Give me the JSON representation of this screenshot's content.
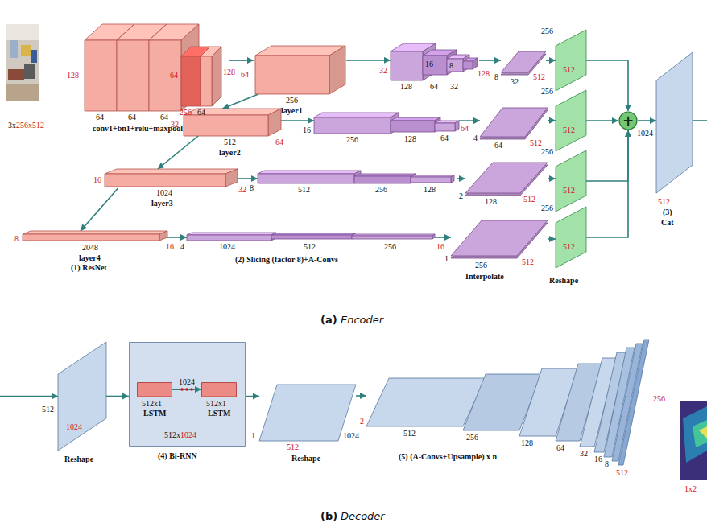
{
  "diagram": {
    "nodes": [
      {
        "text": [
          "128",
          "64",
          "64",
          "64",
          "64",
          "256",
          "128",
          "64",
          "conv1+bn1+relu+maxpool"
        ]
      },
      {
        "text": [
          "64",
          "256",
          "layer1"
        ]
      },
      {
        "text": [
          "32",
          "128",
          "16",
          "64",
          "8",
          "32",
          "128"
        ]
      },
      {
        "text": [
          "8",
          "32",
          "512"
        ]
      },
      {
        "text": [
          "256",
          "512"
        ]
      },
      {
        "text": [
          "32",
          "512",
          "64",
          "layer2"
        ]
      },
      {
        "text": [
          "16",
          "256",
          "128",
          "64",
          "64"
        ]
      },
      {
        "text": [
          "4",
          "64",
          "512"
        ]
      },
      {
        "text": [
          "256",
          "512"
        ]
      },
      {
        "text": [
          "16",
          "1024",
          "32",
          "layer3"
        ]
      },
      {
        "text": [
          "8",
          "512",
          "256",
          "128"
        ]
      },
      {
        "text": [
          "2",
          "128",
          "512"
        ]
      },
      {
        "text": [
          "256",
          "512"
        ]
      },
      {
        "text": [
          "8",
          "2048",
          "16",
          "layer4",
          "(1) ResNet"
        ]
      },
      {
        "text": [
          "4",
          "1024",
          "512",
          "256",
          "16",
          "(2) Slicing (factor 8)+A-Convs"
        ]
      },
      {
        "text": [
          "1",
          "256",
          "512",
          "Interpolate"
        ]
      },
      {
        "text": [
          "256",
          "512",
          "Reshape"
        ]
      },
      {
        "text": [
          "+"
        ]
      },
      {
        "text": [
          "1024",
          "512",
          "(3)",
          "Cat"
        ]
      },
      {
        "text": [
          "512",
          "1024",
          "Reshape"
        ]
      },
      {
        "text": [
          "512x",
          "1024",
          "(4) Bi-RNN"
        ]
      },
      {
        "text": [
          "512x1",
          "LSTM"
        ],
        "in": 20
      },
      {
        "text": [
          "512x1",
          "LSTM"
        ],
        "in": 20
      },
      {
        "text": [
          "1",
          "512",
          "1024",
          "Reshape"
        ]
      },
      {
        "text": [
          "2",
          "512",
          "256",
          "128",
          "64",
          "32",
          "16",
          "8",
          "256",
          "512",
          "(5) (A-Convs+Upsample) x n"
        ]
      }
    ],
    "edges": [
      {
        "from": 0,
        "to": 1,
        "arrow": "to"
      },
      {
        "from": 1,
        "to": 2,
        "arrow": "to"
      },
      {
        "from": 2,
        "to": 3,
        "arrow": "to"
      },
      {
        "from": 3,
        "to": 4,
        "arrow": "to"
      },
      {
        "from": 4,
        "to": 17,
        "arrow": "to"
      },
      {
        "from": 1,
        "to": 5,
        "arrow": "to"
      },
      {
        "from": 5,
        "to": 6,
        "arrow": "to"
      },
      {
        "from": 6,
        "to": 7,
        "arrow": "to"
      },
      {
        "from": 7,
        "to": 8,
        "arrow": "to"
      },
      {
        "from": 8,
        "to": 17,
        "arrow": "to"
      },
      {
        "from": 5,
        "to": 9,
        "arrow": "to"
      },
      {
        "from": 9,
        "to": 10,
        "arrow": "to"
      },
      {
        "from": 10,
        "to": 11,
        "arrow": "to"
      },
      {
        "from": 11,
        "to": 12,
        "arrow": "to"
      },
      {
        "from": 12,
        "to": 17,
        "arrow": "to"
      },
      {
        "from": 9,
        "to": 13,
        "arrow": "to"
      },
      {
        "from": 13,
        "to": 14,
        "arrow": "to"
      },
      {
        "from": 14,
        "to": 15,
        "arrow": "to"
      },
      {
        "from": 15,
        "to": 16,
        "arrow": "to"
      },
      {
        "from": 16,
        "to": 17,
        "arrow": "to"
      },
      {
        "from": 17,
        "to": 18,
        "arrow": "to"
      },
      {
        "from": 19,
        "to": 20,
        "arrow": "to"
      },
      {
        "from": 21,
        "to": 22,
        "label": "1024",
        "arrow": "to"
      },
      {
        "from": 20,
        "to": 23,
        "arrow": "to"
      },
      {
        "from": 23,
        "to": 24,
        "arrow": "to"
      }
    ],
    "labels": [
      "3x",
      "256x512",
      "(a)",
      "Encoder",
      "1x2",
      "(b)",
      "Decoder"
    ]
  }
}
